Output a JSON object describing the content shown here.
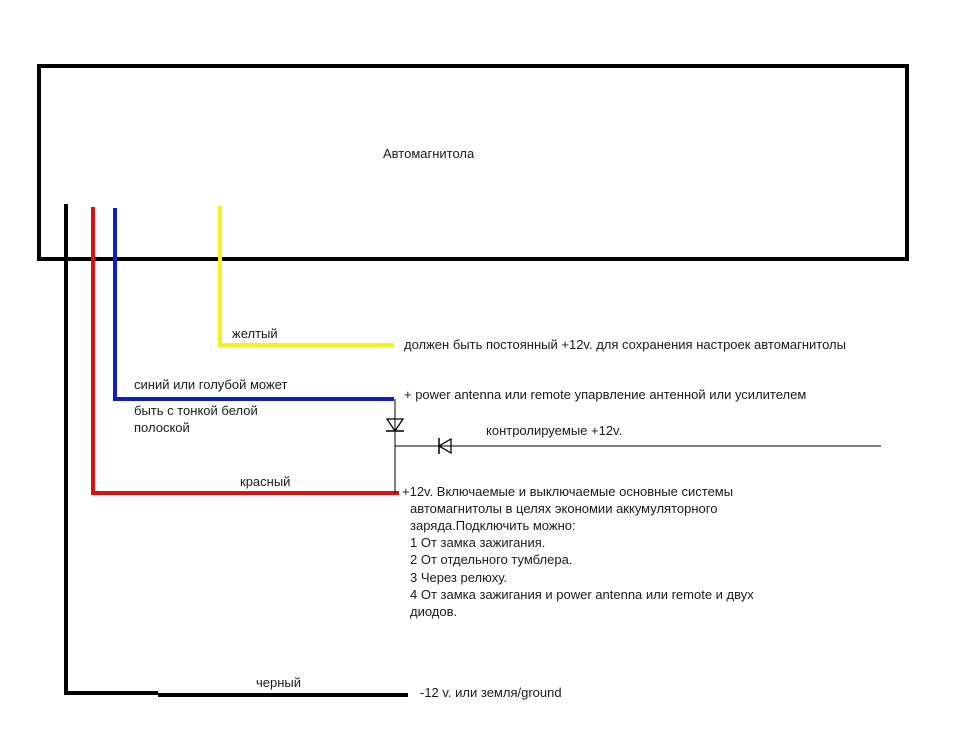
{
  "device": {
    "title": "Автомагнитола"
  },
  "wires": {
    "yellow": {
      "label": "желтый",
      "desc": "должен быть постоянный  +12v. для сохранения настроек автомагнитолы",
      "color": "#f5f020"
    },
    "blue": {
      "label_lines": [
        "синий или голубой может",
        "быть с тонкой белой",
        "полоской"
      ],
      "desc": "+ power antenna или remote  упарвление антенной или усилителем",
      "color": "#1020c0"
    },
    "controlled": {
      "desc": "контролируемые +12v."
    },
    "red": {
      "label": "красный",
      "desc_lines": [
        "+12v. Включаемые и выключаемые основные системы",
        "автомагнитолы в целях экономии аккумуляторного",
        "заряда.Подключить можно:",
        "1 От замка зажигания.",
        "2 От отдельного тумблера.",
        "3 Через релюху.",
        "4 От замка зажигания и power antenna или remote и двух",
        "диодов."
      ],
      "color": "#e01010"
    },
    "black": {
      "label": "черный",
      "desc": "-12 v.  или земля/ground",
      "color": "#000000"
    }
  }
}
